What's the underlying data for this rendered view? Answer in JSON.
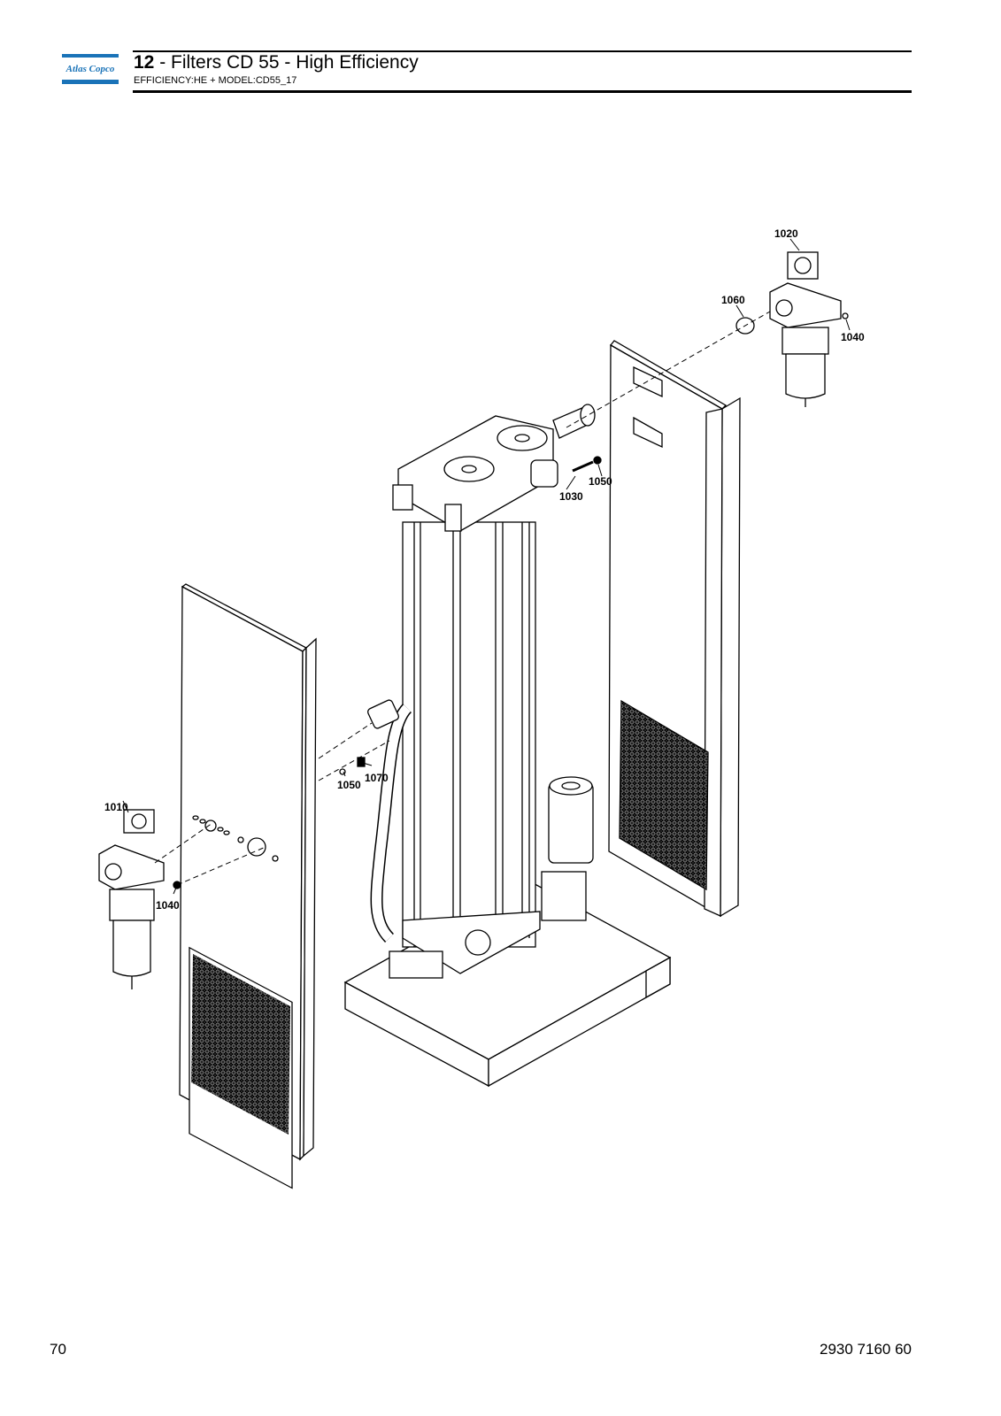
{
  "header": {
    "logo_text": "Atlas Copco",
    "section_number": "12",
    "title": " - Filters CD 55 - High Efficiency",
    "subtitle": "EFFICIENCY:HE + MODEL:CD55_17"
  },
  "callouts": {
    "c1010": "1010",
    "c1020": "1020",
    "c1030": "1030",
    "c1040_left": "1040",
    "c1040_right": "1040",
    "c1050_left": "1050",
    "c1050_right": "1050",
    "c1060": "1060",
    "c1070": "1070"
  },
  "footer": {
    "page_number": "70",
    "document_number": "2930 7160 60"
  },
  "colors": {
    "logo_blue": "#1a73b8"
  }
}
